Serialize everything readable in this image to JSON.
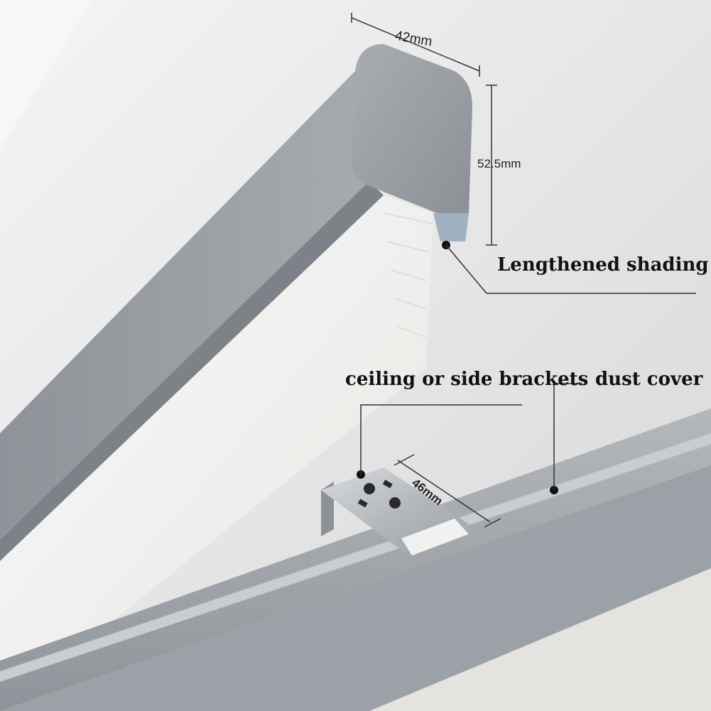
{
  "image": {
    "subject": "product photo",
    "colors": {
      "background_wall": "#e6e6e6",
      "rail_gray": "#9da2a8",
      "rail_dark": "#7d8288",
      "bracket_steel": "#bfc3c7",
      "fabric": "#f2f1ee",
      "annotation_line": "#333333"
    }
  },
  "annotations": {
    "width_dimension": "42mm",
    "height_dimension": "52.5mm",
    "bracket_dimension": "46mm",
    "slot_label": "Lengthened shading slot",
    "bracket_label": "ceiling or side brackets",
    "cover_label": "dust cover"
  }
}
